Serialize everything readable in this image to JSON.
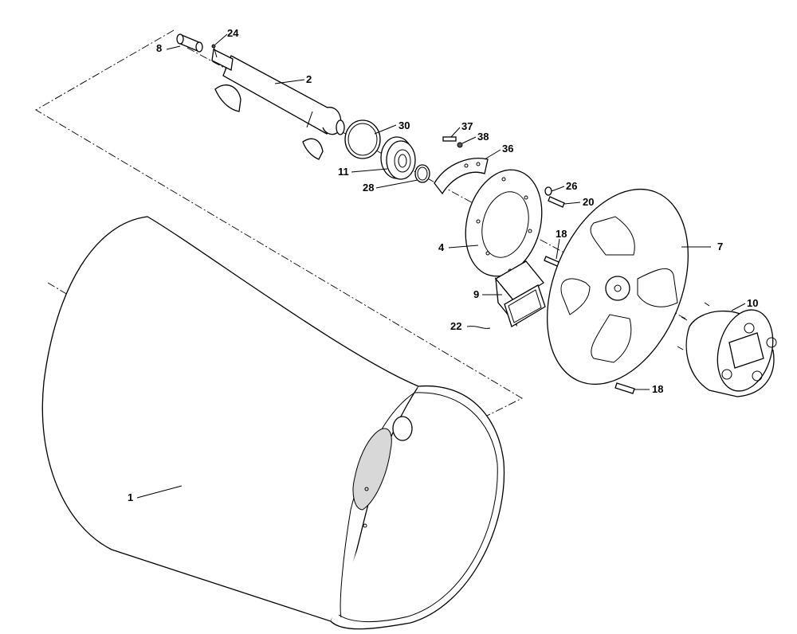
{
  "callouts": [
    {
      "id": "c24",
      "text": "24"
    },
    {
      "id": "c8",
      "text": "8"
    },
    {
      "id": "c2",
      "text": "2"
    },
    {
      "id": "c30",
      "text": "30"
    },
    {
      "id": "c37",
      "text": "37"
    },
    {
      "id": "c38",
      "text": "38"
    },
    {
      "id": "c36",
      "text": "36"
    },
    {
      "id": "c11",
      "text": "11"
    },
    {
      "id": "c28",
      "text": "28"
    },
    {
      "id": "c26",
      "text": "26"
    },
    {
      "id": "c20",
      "text": "20"
    },
    {
      "id": "c18a",
      "text": "18"
    },
    {
      "id": "c4",
      "text": "4"
    },
    {
      "id": "c7",
      "text": "7"
    },
    {
      "id": "c9",
      "text": "9"
    },
    {
      "id": "c10",
      "text": "10"
    },
    {
      "id": "c22",
      "text": "22"
    },
    {
      "id": "c18b",
      "text": "18"
    },
    {
      "id": "c1",
      "text": "1"
    }
  ]
}
